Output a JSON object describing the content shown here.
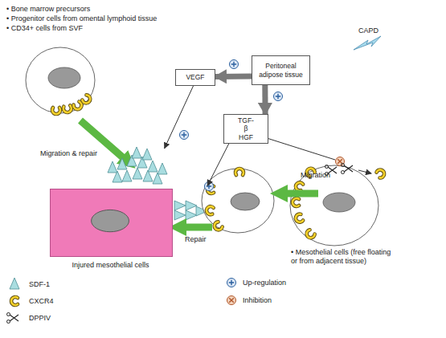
{
  "diagram": {
    "nodes": [
      {
        "text": [
          "Peritoneal adipose tissue"
        ]
      },
      {
        "text": [
          "VEGF"
        ]
      },
      {
        "text": [
          "TGF-β HGF"
        ]
      },
      {
        "text": [
          "Injured mesothelial cells"
        ]
      }
    ],
    "edges": [
      {
        "from": 0,
        "to": 1,
        "arrow": "to"
      },
      {
        "from": 0,
        "to": 2,
        "arrow": "to"
      },
      {
        "from": 1,
        "to": 3,
        "arrow": "to"
      },
      {
        "from": 2,
        "to": 3,
        "arrow": "to"
      }
    ],
    "labels": [
      "• Bone marrow precursors",
      "• Progenitor cells from omental lymphoid tissue",
      "• CD34+ cells from SVF",
      "CAPD",
      "Migration & repair",
      "Migration",
      "Repair",
      "• Mesothelial cells (free floating or from adjacent tissue)"
    ],
    "legend": [
      {
        "text": "SDF-1"
      },
      {
        "text": "CXCR4"
      },
      {
        "text": "DPPIV"
      },
      {
        "text": "Up-regulation"
      },
      {
        "text": "Inhibition"
      }
    ]
  }
}
